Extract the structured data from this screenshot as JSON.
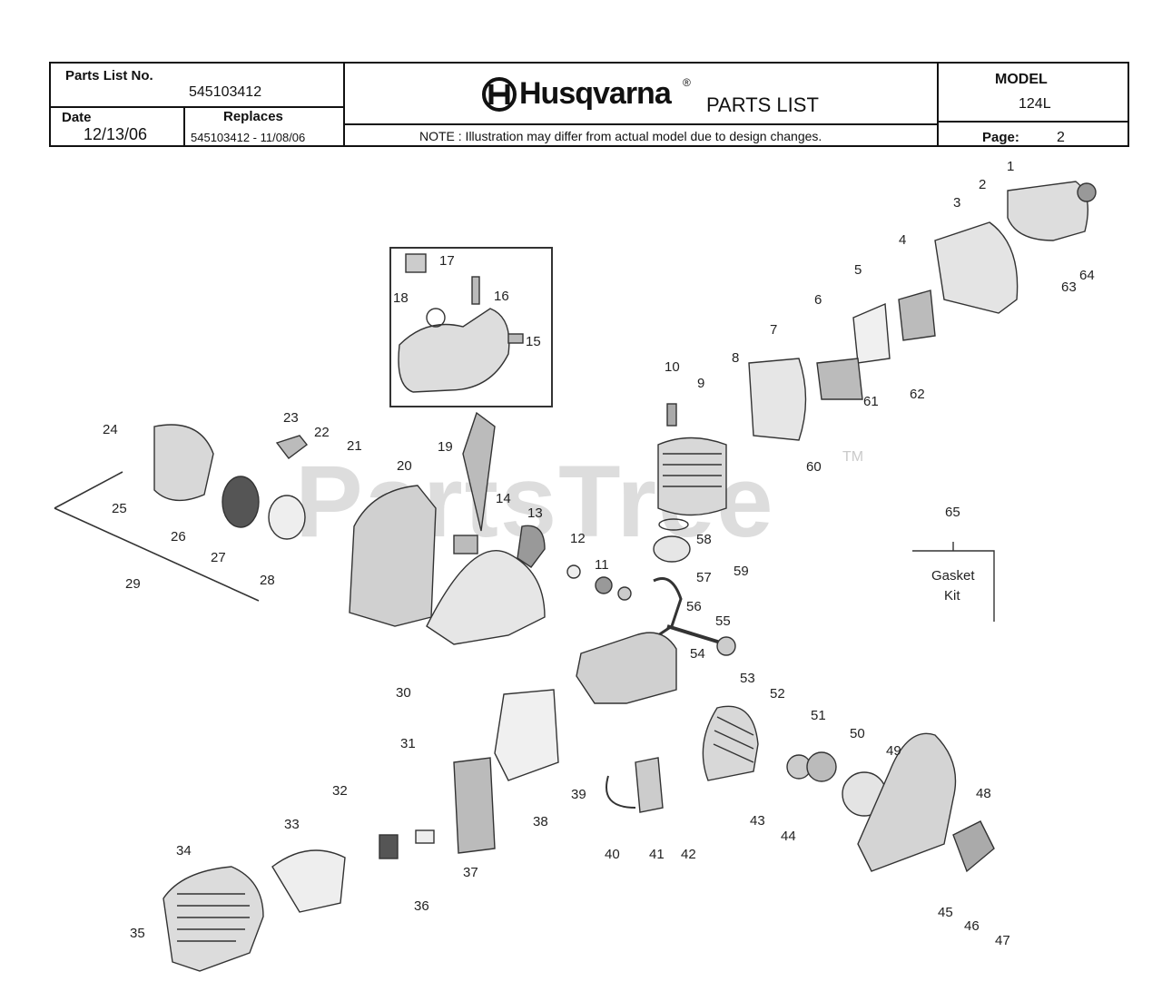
{
  "header": {
    "parts_list_no_label": "Parts List No.",
    "parts_list_no": "545103412",
    "date_label": "Date",
    "date": "12/13/06",
    "replaces_label": "Replaces",
    "replaces": "545103412 - 11/08/06",
    "brand": "Husqvarna",
    "registered": "®",
    "title": "PARTS LIST",
    "note": "NOTE : Illustration may differ from actual model due to design changes.",
    "model_label": "MODEL",
    "model": "124L",
    "page_label": "Page:",
    "page": "2"
  },
  "diagram": {
    "watermark": "PartsTree",
    "trademark": "TM",
    "kit_label_line1": "Gasket",
    "kit_label_line2": "Kit",
    "callouts": [
      "1",
      "2",
      "3",
      "4",
      "5",
      "6",
      "7",
      "8",
      "9",
      "10",
      "11",
      "12",
      "13",
      "14",
      "15",
      "16",
      "17",
      "18",
      "19",
      "20",
      "21",
      "22",
      "23",
      "24",
      "25",
      "26",
      "27",
      "28",
      "29",
      "30",
      "31",
      "32",
      "33",
      "34",
      "35",
      "36",
      "37",
      "38",
      "39",
      "40",
      "41",
      "42",
      "43",
      "44",
      "45",
      "46",
      "47",
      "48",
      "49",
      "50",
      "51",
      "52",
      "53",
      "54",
      "55",
      "56",
      "57",
      "58",
      "59",
      "60",
      "61",
      "62",
      "63",
      "64",
      "65"
    ]
  }
}
